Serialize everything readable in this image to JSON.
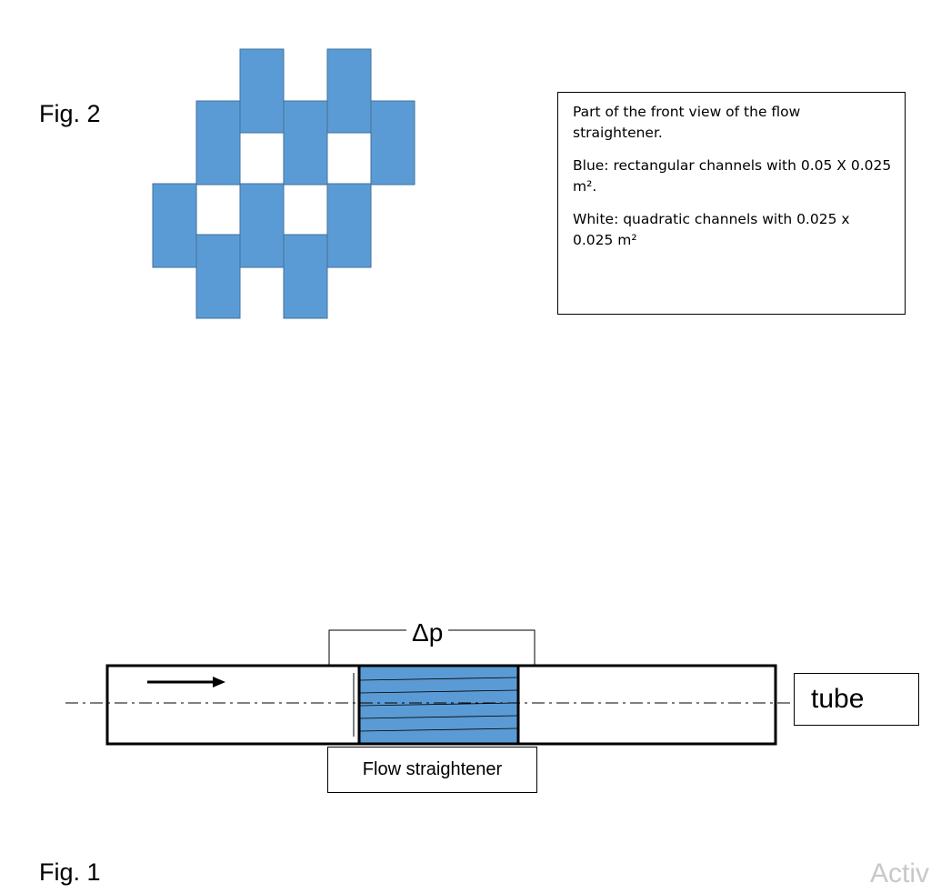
{
  "figure2": {
    "label": "Fig. 2",
    "note": {
      "line1": "Part of the front view of the flow straightener.",
      "line2": "Blue: rectangular channels with 0.05 X 0.025 m².",
      "line3": "White: quadratic channels with 0.025 x 0.025 m²"
    },
    "colors": {
      "blue_channel": "#5b9bd5",
      "blue_edge": "#41719c",
      "white_channel": "#ffffff"
    }
  },
  "figure1": {
    "label": "Fig. 1",
    "pressure_drop_label": "Δp",
    "tube_label": "tube",
    "straightener_label": "Flow straightener",
    "flow_direction": "right-arrow-icon"
  },
  "watermark": "Activ"
}
